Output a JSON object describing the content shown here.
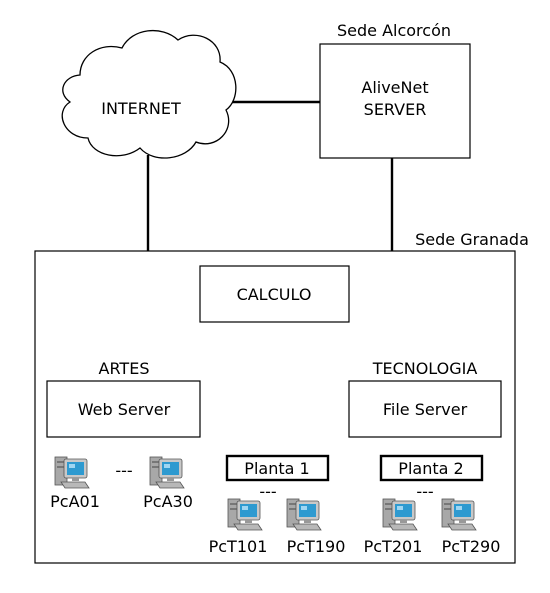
{
  "labels": {
    "sede_alcorcon": "Sede Alcorcón",
    "sede_granada": "Sede Granada",
    "internet": "INTERNET",
    "alivenet_line1": "AliveNet",
    "alivenet_line2": "SERVER",
    "calculo": "CALCULO",
    "artes": "ARTES",
    "tecnologia": "TECNOLOGIA",
    "web_server": "Web Server",
    "file_server": "File Server",
    "planta1": "Planta 1",
    "planta2": "Planta 2",
    "ellipsis": "---"
  },
  "pcs": {
    "pca01": "PcA01",
    "pca30": "PcA30",
    "pct101": "PcT101",
    "pct190": "PcT190",
    "pct201": "PcT201",
    "pct290": "PcT290"
  },
  "colors": {
    "line": "#000000",
    "monitor_frame": "#b8b8b8",
    "screen": "#2e9ad0",
    "tower": "#a8a8a8"
  }
}
